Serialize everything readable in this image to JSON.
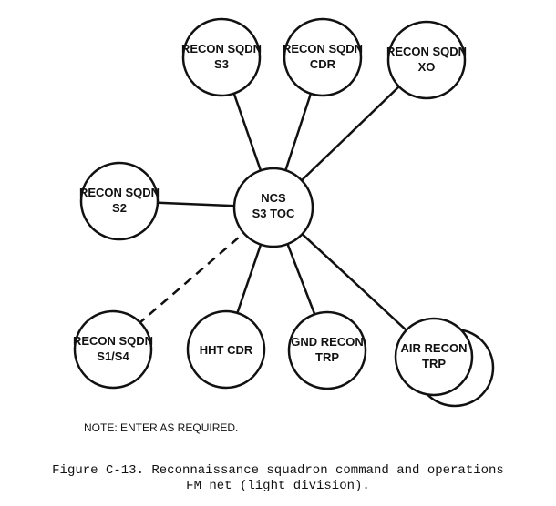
{
  "nodes": {
    "recon_s3": {
      "lines": [
        "RECON SQDN",
        "S3"
      ]
    },
    "recon_cdr": {
      "lines": [
        "RECON SQDN",
        "CDR"
      ]
    },
    "recon_xo": {
      "lines": [
        "RECON SQDN",
        "XO"
      ]
    },
    "recon_s2": {
      "lines": [
        "RECON SQDN",
        "S2"
      ]
    },
    "ncs": {
      "lines": [
        "NCS",
        "S3 TOC"
      ]
    },
    "recon_s1s4": {
      "lines": [
        "RECON SQDN",
        "S1/S4"
      ]
    },
    "hht_cdr": {
      "lines": [
        "HHT CDR"
      ]
    },
    "gnd_recon": {
      "lines": [
        "GND RECON",
        "TRP"
      ]
    },
    "air_recon": {
      "lines": [
        "AIR RECON",
        "TRP"
      ]
    }
  },
  "note": "NOTE: ENTER AS REQUIRED.",
  "caption": {
    "line1": "Figure C-13. Reconnaissance squadron command and operations",
    "line2": "FM net (light division)."
  }
}
